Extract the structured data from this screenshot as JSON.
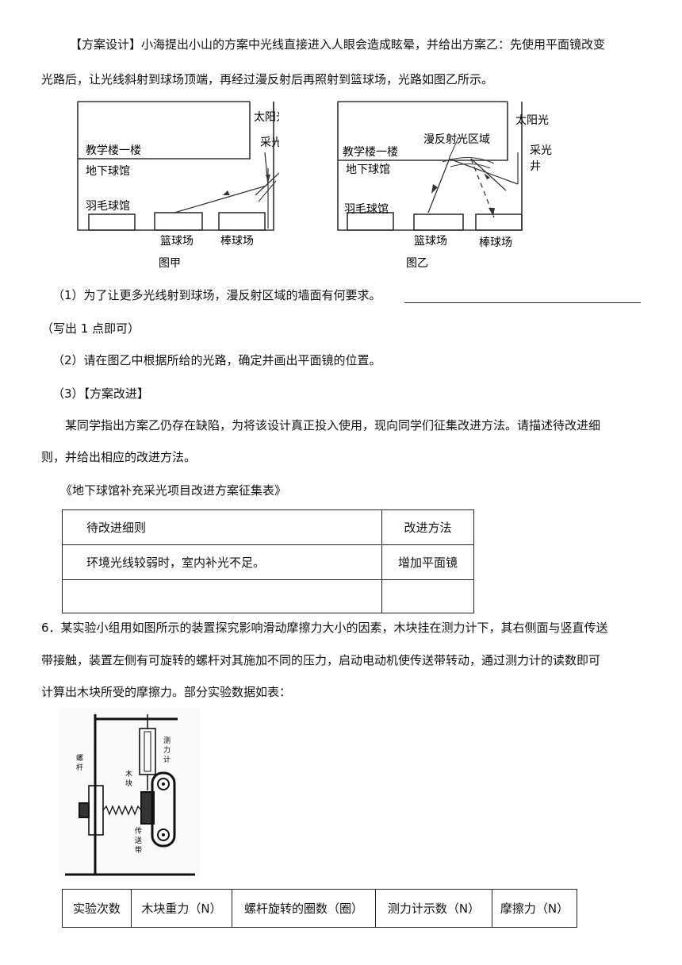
{
  "paragraphs": {
    "p1_line1": "【方案设计】小海提出小山的方案中光线直接进入人眼会造成眩晕，并给出方案乙：先使用平面镜改变",
    "p1_line2": "光路后，让光线斜射到球场顶端，再经过漫反射后再照射到篮球场，光路如图乙所示。",
    "q1": "（1）为了让更多光线射到球场，漫反射区域的墙面有何要求。",
    "q1_note": "（写出 1 点即可）",
    "q2": "（2）请在图乙中根据所给的光路，确定并画出平面镜的位置。",
    "q3": "（3）【方案改进】",
    "q3_line1": "某同学指出方案乙仍存在缺陷，为将该设计真正投入使用，现向同学们征集改进方法。请描述待改进细",
    "q3_line2": "则，并给出相应的改进方法。",
    "table1_title": "《地下球馆补充采光项目改进方案征集表》",
    "q6_line1": "6．某实验小组用如图所示的装置探究影响滑动摩擦力大小的因素，木块挂在测力计下，其右侧面与竖直传送",
    "q6_line2": "带接触，装置左侧有可旋转的螺杆对其施加不同的压力，启动电动机使传送带转动，通过测力计的读数即可",
    "q6_line3": "计算出木块所受的摩擦力。部分实验数据如表："
  },
  "figure_jia": {
    "sun": "太阳光",
    "well": "采光井",
    "floor1": "教学楼一楼",
    "underground": "地下球馆",
    "badminton": "羽毛球馆",
    "basketball": "篮球场",
    "baseball": "棒球场",
    "caption": "图甲"
  },
  "figure_yi": {
    "sun": "太阳光",
    "diffuse": "漫反射光区域",
    "well_1": "采光",
    "well_2": "井",
    "floor1": "教学楼一楼",
    "underground": "地下球馆",
    "badminton": "羽毛球馆",
    "basketball": "篮球场",
    "baseball": "棒球场",
    "caption": "图乙"
  },
  "apparatus": {
    "screw_1": "螺",
    "screw_2": "杆",
    "block_1": "木",
    "block_2": "块",
    "meter_1": "测",
    "meter_2": "力",
    "meter_3": "计",
    "belt_1": "传",
    "belt_2": "送",
    "belt_3": "带"
  },
  "table1": {
    "headers": [
      "待改进细则",
      "改进方法"
    ],
    "rows": [
      [
        "环境光线较弱时，室内补光不足。",
        "增加平面镜"
      ],
      [
        "",
        ""
      ]
    ]
  },
  "table2": {
    "headers": [
      "实验次数",
      "木块重力（N）",
      "螺杆旋转的圈数（圈）",
      "测力计示数（N）",
      "摩擦力（N）"
    ]
  }
}
